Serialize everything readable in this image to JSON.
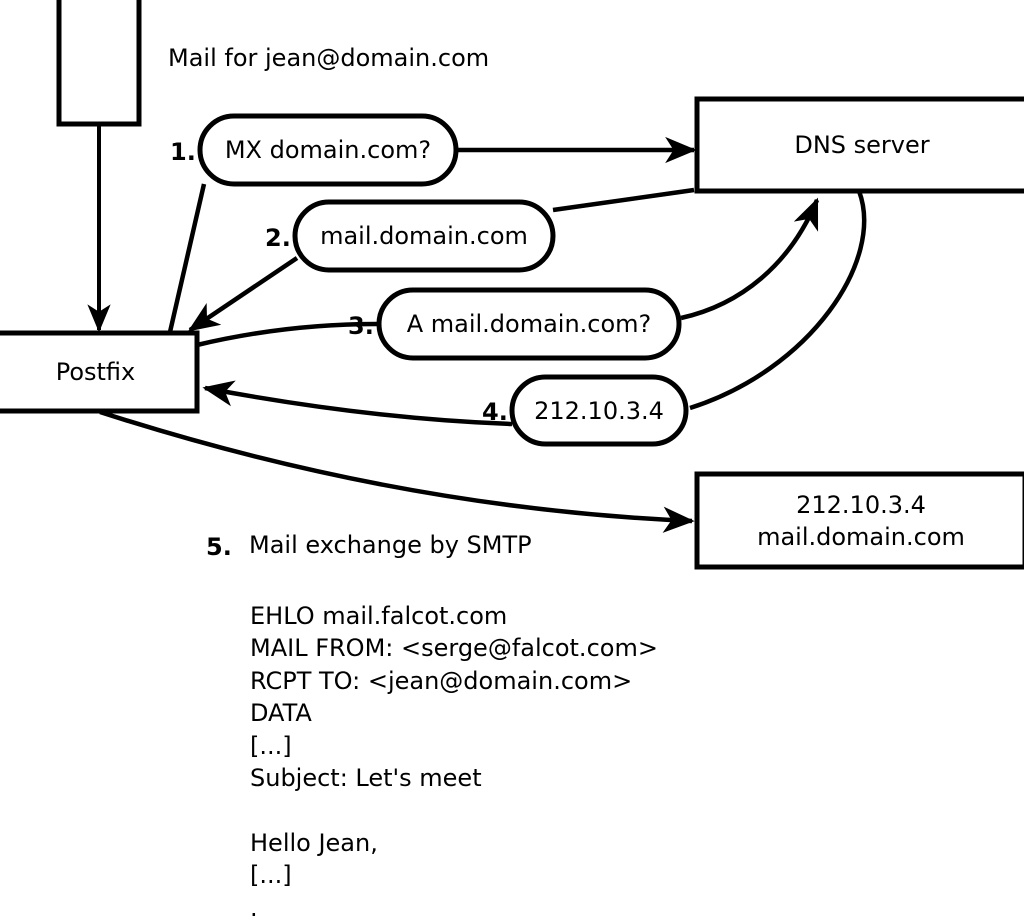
{
  "diagram": {
    "title_note": "Mail for jean@domain.com",
    "nodes": {
      "sender_host": {
        "label": ""
      },
      "postfix": {
        "label": "Postfix"
      },
      "dns_server": {
        "label": "DNS server"
      },
      "mail_server": {
        "line1": "212.10.3.4",
        "line2": "mail.domain.com"
      }
    },
    "steps": [
      {
        "num": "1.",
        "text": "MX domain.com?"
      },
      {
        "num": "2.",
        "text": "mail.domain.com"
      },
      {
        "num": "3.",
        "text": "A mail.domain.com?"
      },
      {
        "num": "4.",
        "text": "212.10.3.4"
      }
    ],
    "step5": {
      "num": "5.",
      "text": "Mail exchange by SMTP"
    },
    "smtp_transcript": [
      "EHLO mail.falcot.com",
      "MAIL FROM: <serge@falcot.com>",
      "RCPT TO: <jean@domain.com>",
      "DATA",
      "[...]",
      "Subject: Let's meet",
      "",
      "Hello Jean,",
      "[...]",
      "."
    ],
    "colors": {
      "stroke": "#000000",
      "fill": "#ffffff",
      "background": "#ffffff"
    }
  }
}
